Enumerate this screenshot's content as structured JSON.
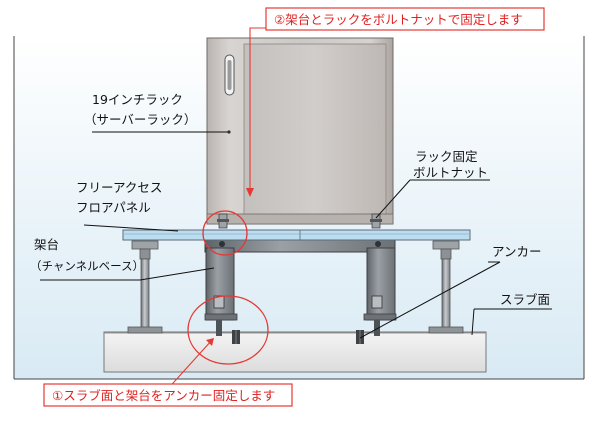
{
  "callouts": {
    "top": "②架台とラックをボルトナットで固定します",
    "bottom": "①スラブ面と架台をアンカー固定します"
  },
  "labels": {
    "rack_line1": "19インチラック",
    "rack_line2": "（サーバーラック）",
    "bolt_line1": "ラック固定",
    "bolt_line2": "ボルトナット",
    "floor_line1": "フリーアクセス",
    "floor_line2": "フロアパネル",
    "frame_line1": "架台",
    "frame_line2": "（チャンネルベース）",
    "anchor": "アンカー",
    "slab": "スラブ面"
  },
  "colors": {
    "callout_red": "#e53935",
    "background_blue": "#e6f1f8",
    "panel_blue": "#bcdcef",
    "rack_gray": "#c9c5c2",
    "frame_gray": "#8a8f94",
    "slab_gray": "#ebebeb"
  }
}
